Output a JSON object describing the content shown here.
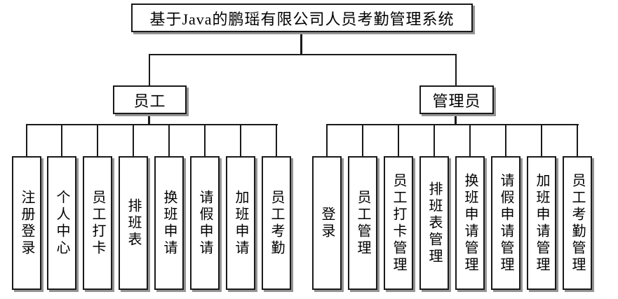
{
  "diagram": {
    "title": "基于Java的鹏瑶有限公司人员考勤管理系统",
    "branches": [
      {
        "label": "员工",
        "children": [
          "注册登录",
          "个人中心",
          "员工打卡",
          "排班表",
          "换班申请",
          "请假申请",
          "加班申请",
          "员工考勤"
        ]
      },
      {
        "label": "管理员",
        "children": [
          "登录",
          "员工管理",
          "员工打卡管理",
          "排班表管理",
          "换班申请管理",
          "请假申请管理",
          "加班申请管理",
          "员工考勤管理"
        ]
      }
    ],
    "colors": {
      "background": "#ffffff",
      "box_fill": "#ffffff",
      "box_border": "#1a1a1a",
      "line": "#1a1a1a",
      "shadow": "#949494",
      "text": "#000000"
    }
  }
}
